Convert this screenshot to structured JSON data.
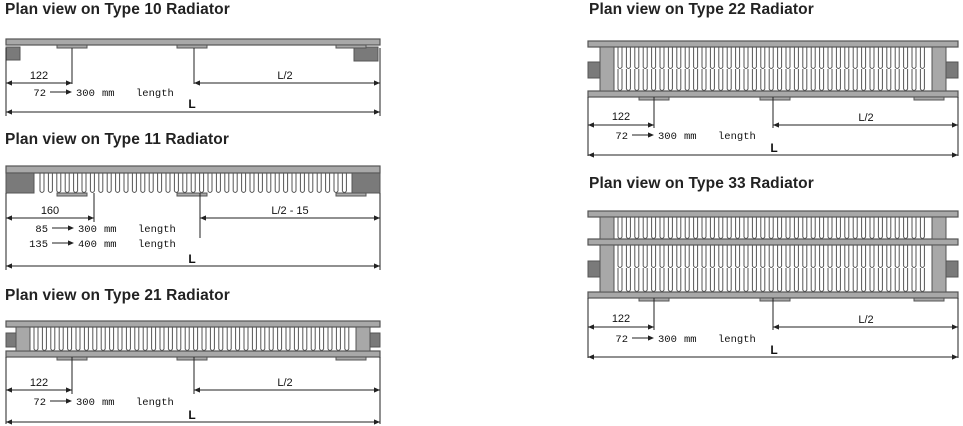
{
  "colors": {
    "outline": "#555555",
    "fill": "#a8a8a8",
    "dark": "#7a7a7a",
    "line": "#222222"
  },
  "panels": [
    {
      "id": "t10",
      "title": "Plan view on Type 10 Radiator",
      "dim_offset": "122",
      "dim_short": "72",
      "len1": "300",
      "unit": "mm",
      "word": "length",
      "half": "L/2",
      "total": "L"
    },
    {
      "id": "t11",
      "title": "Plan view on Type 11 Radiator",
      "dim_offset": "160",
      "dim_short": "85",
      "dim_short2": "135",
      "len1": "300",
      "len2": "400",
      "unit": "mm",
      "word": "length",
      "half": "L/2 - 15",
      "total": "L"
    },
    {
      "id": "t21",
      "title": "Plan view on Type 21 Radiator",
      "dim_offset": "122",
      "dim_short": "72",
      "len1": "300",
      "unit": "mm",
      "word": "length",
      "half": "L/2",
      "total": "L"
    },
    {
      "id": "t22",
      "title": "Plan view on Type 22 Radiator",
      "dim_offset": "122",
      "dim_short": "72",
      "len1": "300",
      "unit": "mm",
      "word": "length",
      "half": "L/2",
      "total": "L"
    },
    {
      "id": "t33",
      "title": "Plan view on Type 33 Radiator",
      "dim_offset": "122",
      "dim_short": "72",
      "len1": "300",
      "unit": "mm",
      "word": "length",
      "half": "L/2",
      "total": "L"
    }
  ]
}
